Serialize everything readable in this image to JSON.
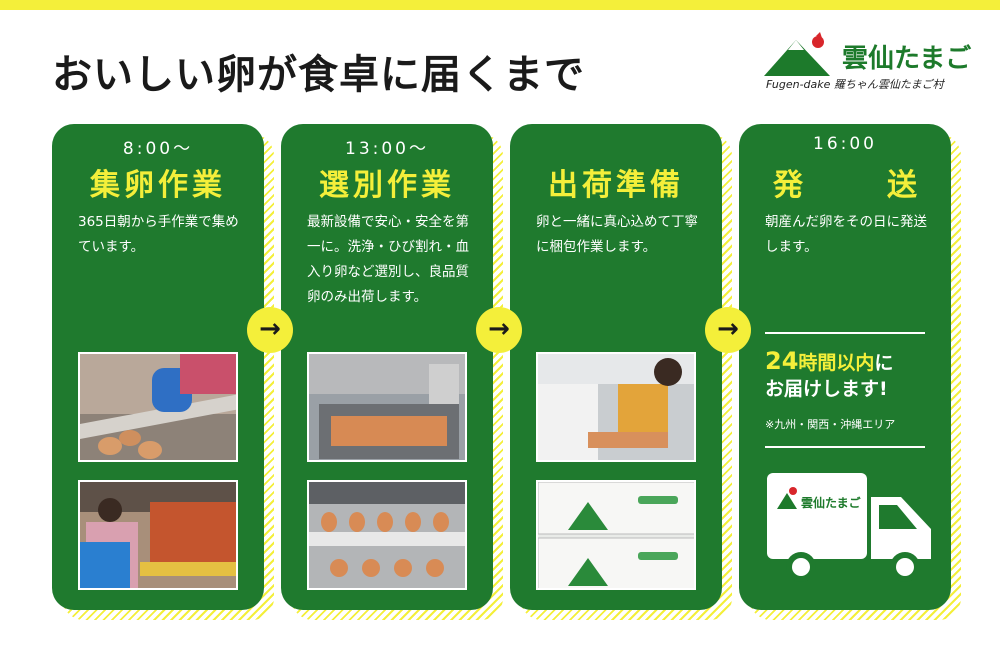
{
  "title": "おいしい卵が食卓に届くまで",
  "logo": {
    "name": "雲仙たまご",
    "sub": "Fugen‑dake 羅ちゃん雲仙たまご村",
    "icon": "mountain-chicken-logo-icon"
  },
  "steps": [
    {
      "time": "8:00〜",
      "heading": "集卵作業",
      "desc": "365日朝から手作業で集めています。"
    },
    {
      "time": "13:00〜",
      "heading": "選別作業",
      "desc": "最新設備で安心・安全を第一に。洗浄・ひび割れ・血入り卵など選別し、良品質卵のみ出荷します。"
    },
    {
      "time": "",
      "heading": "出荷準備",
      "desc": "卵と一緒に真心込めて丁寧に梱包作業します。"
    },
    {
      "time": "16:00",
      "heading_left": "発",
      "heading_right": "送",
      "desc": "朝産んだ卵をその日に発送します。"
    }
  ],
  "delivery": {
    "num": "24",
    "line1_rest": "時間以内",
    "line1_end": "に",
    "line2": "お届けします!",
    "note": "※九州・関西・沖縄エリア"
  },
  "truck": {
    "label": "雲仙たまご",
    "icon": "delivery-truck-icon"
  },
  "arrow_glyph": "→",
  "colors": {
    "green": "#1f7a2e",
    "yellow": "#f4ef3a"
  }
}
